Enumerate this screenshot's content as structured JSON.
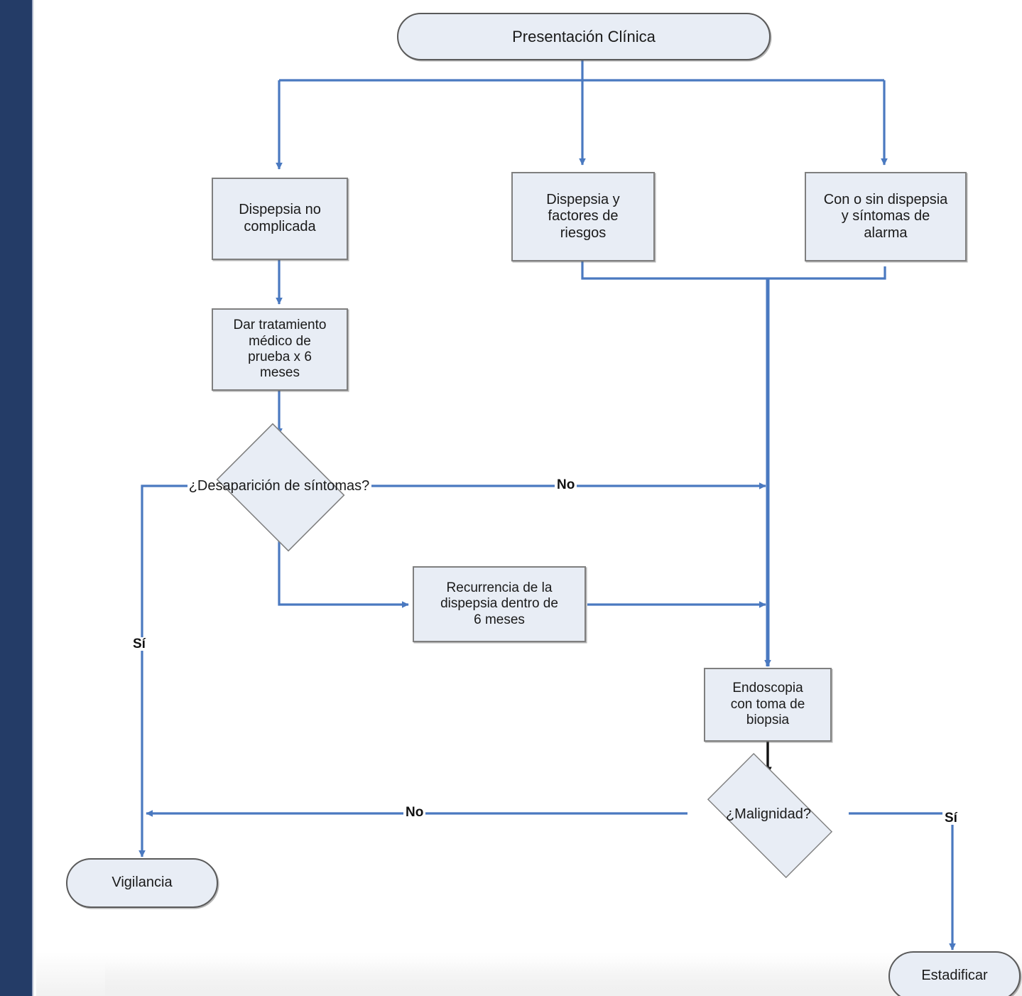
{
  "diagram": {
    "title": "Presentación Clínica",
    "language": "es",
    "type": "flowchart",
    "theme": {
      "node_fill": "#e8edf5",
      "node_border": "#7f7f7f",
      "edge_color": "#4a79c0",
      "edge_color_dark": "#1a1a1a",
      "rail_color": "#243c67",
      "text_color": "#1a1a1a"
    },
    "nodes": [
      {
        "id": "presentacion",
        "shape": "terminator",
        "label": "Presentación Clínica"
      },
      {
        "id": "dispepsia_no",
        "shape": "process",
        "label": "Dispepsia no complicada"
      },
      {
        "id": "dispepsia_fr",
        "shape": "process",
        "label": "Dispepsia y factores de riesgos"
      },
      {
        "id": "alarma",
        "shape": "process",
        "label": "Con o sin dispepsia y síntomas de alarma"
      },
      {
        "id": "tratamiento",
        "shape": "process",
        "label": "Dar tratamiento médico de prueba x 6 meses"
      },
      {
        "id": "desaparicion",
        "shape": "decision",
        "label": "¿Desaparición de síntomas?"
      },
      {
        "id": "recurrencia",
        "shape": "process",
        "label": "Recurrencia de la dispepsia dentro de 6 meses"
      },
      {
        "id": "endoscopia",
        "shape": "process",
        "label": "Endoscopia con toma de biopsia"
      },
      {
        "id": "malignidad",
        "shape": "decision",
        "label": "¿Malignidad?"
      },
      {
        "id": "vigilancia",
        "shape": "terminator",
        "label": "Vigilancia"
      },
      {
        "id": "estadificar",
        "shape": "terminator",
        "label": "Estadificar"
      }
    ],
    "node_text": {
      "presentacion": "Presentación Clínica",
      "dispepsia_no_l1": "Dispepsia no",
      "dispepsia_no_l2": "complicada",
      "dispepsia_fr_l1": "Dispepsia y",
      "dispepsia_fr_l2": "factores de",
      "dispepsia_fr_l3": "riesgos",
      "alarma_l1": "Con o sin dispepsia",
      "alarma_l2": "y síntomas de",
      "alarma_l3": "alarma",
      "tratamiento_l1": "Dar tratamiento",
      "tratamiento_l2": "médico de",
      "tratamiento_l3": "prueba x 6",
      "tratamiento_l4": "meses",
      "desaparicion_l1": "¿Desaparición de",
      "desaparicion_l2": "síntomas?",
      "recurrencia_l1": "Recurrencia de la",
      "recurrencia_l2": "dispepsia dentro de",
      "recurrencia_l3": "6 meses",
      "endoscopia_l1": "Endoscopia",
      "endoscopia_l2": "con toma de",
      "endoscopia_l3": "biopsia",
      "malignidad": "¿Malignidad?",
      "vigilancia": "Vigilancia",
      "estadificar": "Estadificar"
    },
    "edge_labels": {
      "desaparicion_no": "No",
      "desaparicion_si": "Sí",
      "malignidad_no": "No",
      "malignidad_si": "Sí"
    },
    "edges": [
      {
        "from": "presentacion",
        "to": "dispepsia_no",
        "label": ""
      },
      {
        "from": "presentacion",
        "to": "dispepsia_fr",
        "label": ""
      },
      {
        "from": "presentacion",
        "to": "alarma",
        "label": ""
      },
      {
        "from": "dispepsia_no",
        "to": "tratamiento",
        "label": ""
      },
      {
        "from": "tratamiento",
        "to": "desaparicion",
        "label": ""
      },
      {
        "from": "dispepsia_fr",
        "to": "endoscopia",
        "label": ""
      },
      {
        "from": "alarma",
        "to": "endoscopia",
        "label": ""
      },
      {
        "from": "desaparicion",
        "to": "endoscopia",
        "label": "No"
      },
      {
        "from": "desaparicion",
        "to": "recurrencia",
        "label": ""
      },
      {
        "from": "desaparicion",
        "to": "vigilancia",
        "label": "Sí"
      },
      {
        "from": "recurrencia",
        "to": "endoscopia",
        "label": ""
      },
      {
        "from": "endoscopia",
        "to": "malignidad",
        "label": ""
      },
      {
        "from": "malignidad",
        "to": "vigilancia",
        "label": "No"
      },
      {
        "from": "malignidad",
        "to": "estadificar",
        "label": "Sí"
      }
    ]
  }
}
